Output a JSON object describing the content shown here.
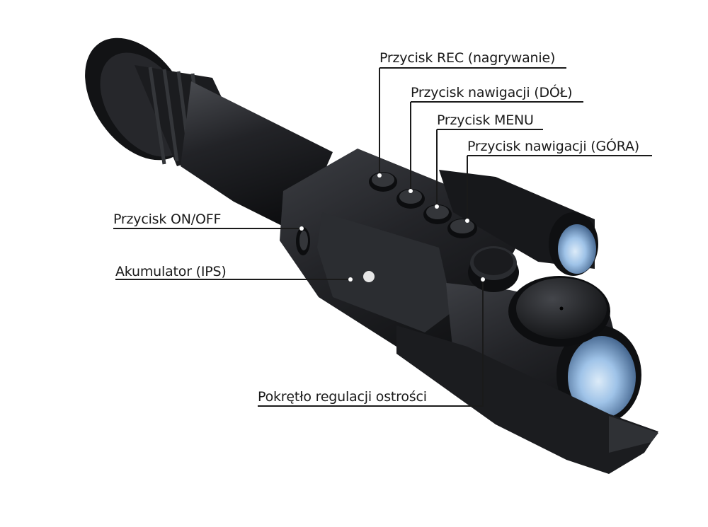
{
  "diagram": {
    "device": "night-vision-riflescope",
    "callouts": [
      {
        "id": "rec_button",
        "text": "Przycisk REC (nagrywanie)"
      },
      {
        "id": "nav_down_button",
        "text": "Przycisk nawigacji (DÓŁ)"
      },
      {
        "id": "menu_button",
        "text": "Przycisk MENU"
      },
      {
        "id": "nav_up_button",
        "text": "Przycisk nawigacji (GÓRA)"
      },
      {
        "id": "on_off_button",
        "text": "Przycisk ON/OFF"
      },
      {
        "id": "battery",
        "text": "Akumulator (IPS)"
      },
      {
        "id": "focus_knob",
        "text": "Pokrętło regulacji ostrości"
      }
    ]
  },
  "colors": {
    "body": "#1e1f22",
    "body_highlight": "#3a3c40",
    "lens": "#9fc3e8",
    "leader_line": "#1a1a1a"
  }
}
